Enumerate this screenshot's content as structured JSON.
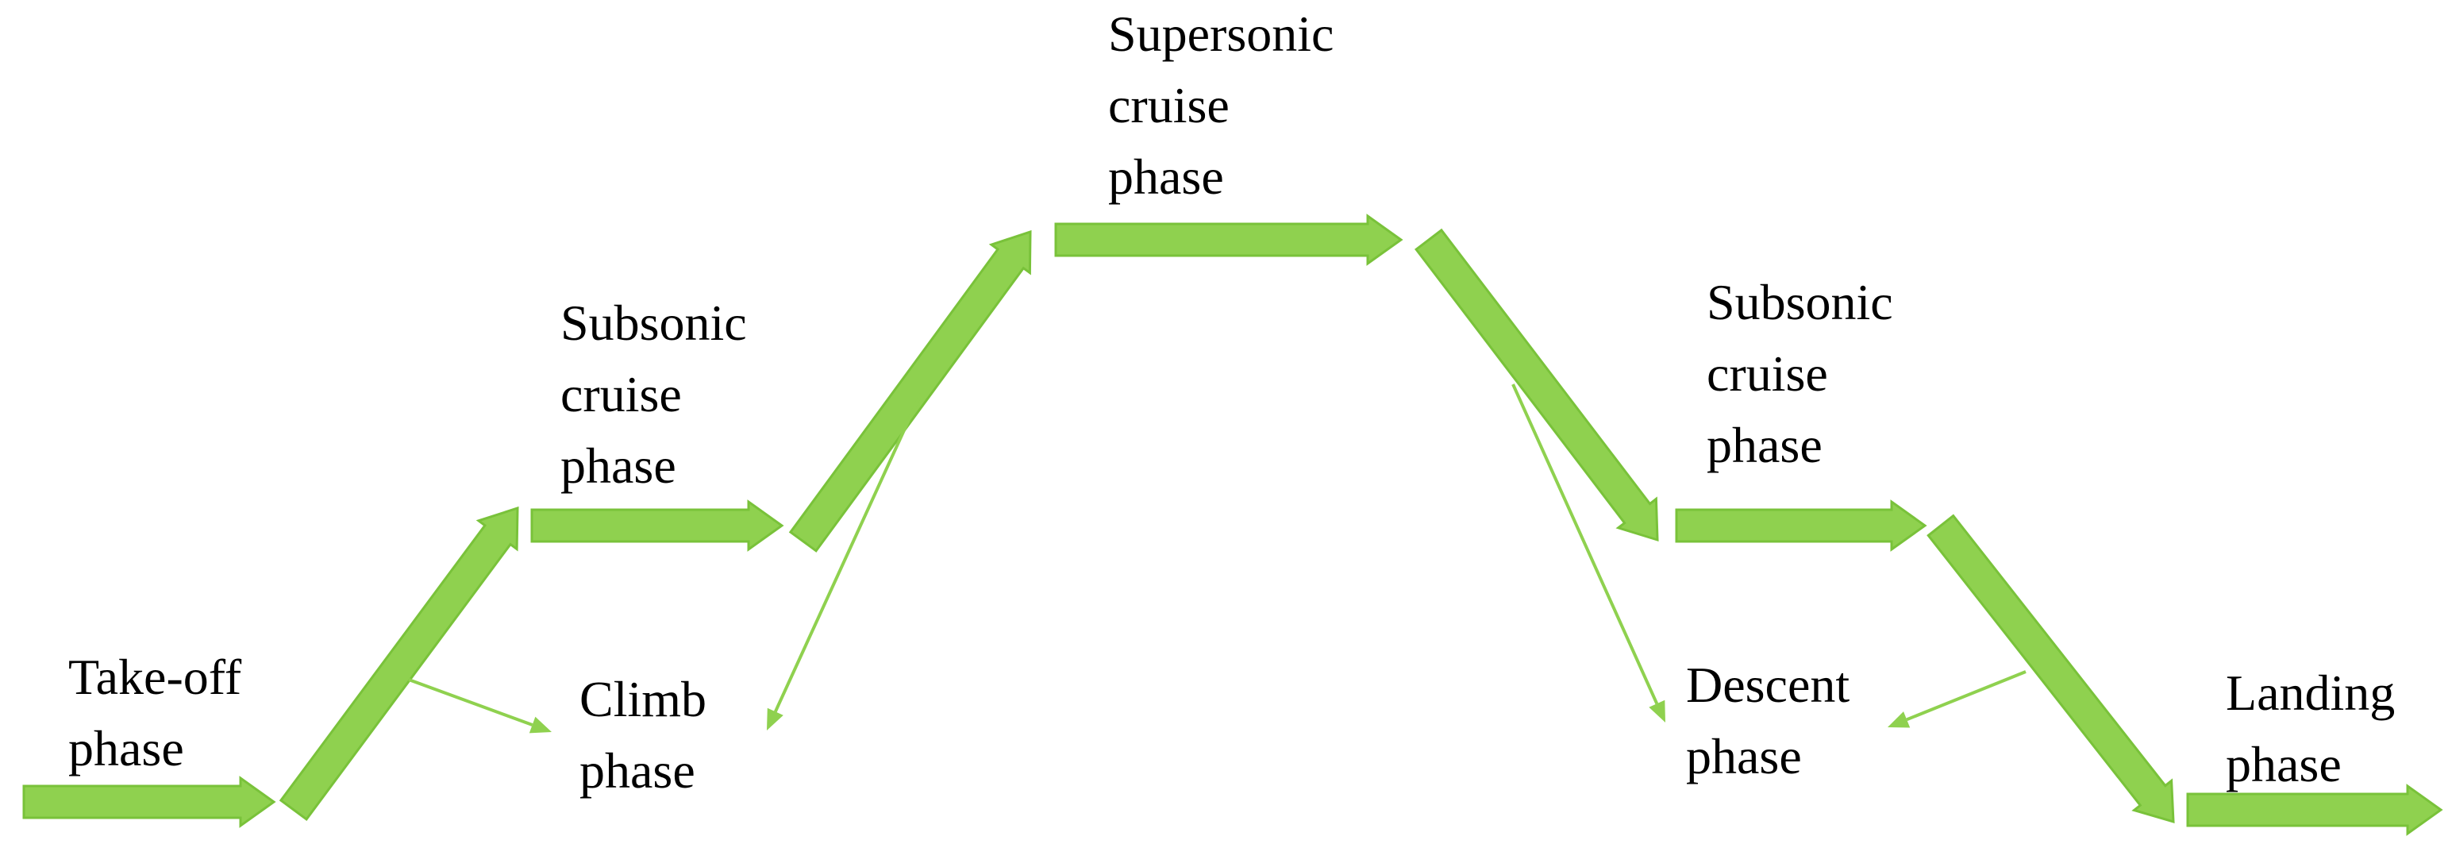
{
  "diagram": {
    "colors": {
      "arrow_fill": "#8fd14f",
      "arrow_stroke": "#79c23a",
      "label_text": "#000000"
    },
    "labels": {
      "takeoff": "Take-off\nphase",
      "subsonic_cruise_1": "Subsonic\ncruise\nphase",
      "climb": "Climb\nphase",
      "supersonic_cruise": "Supersonic\ncruise\nphase",
      "subsonic_cruise_2": "Subsonic\ncruise\nphase",
      "descent": "Descent\nphase",
      "landing": "Landing\nphase"
    }
  }
}
